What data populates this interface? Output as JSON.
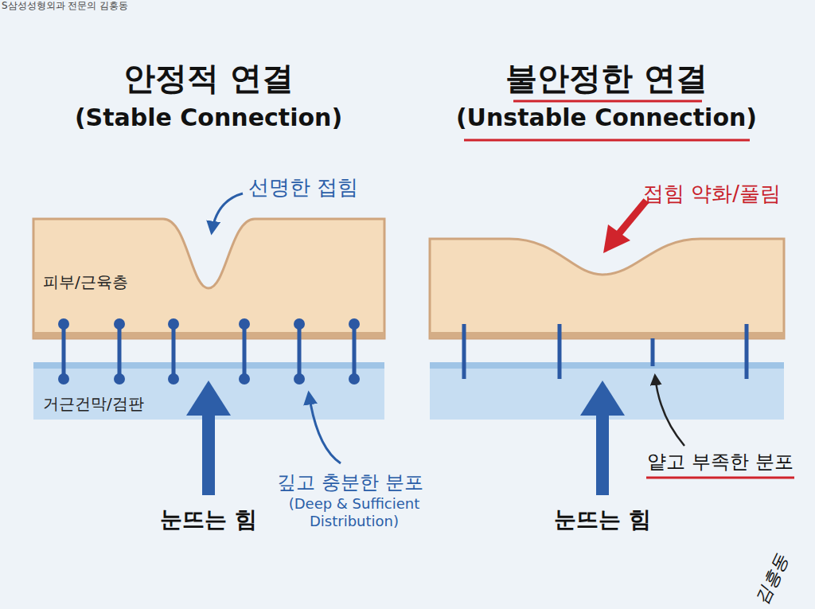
{
  "diagram": {
    "nodes": [
      {
        "text": [
          "피부/근육층"
        ]
      },
      {
        "text": [
          "거근건막/검판"
        ]
      }
    ],
    "labels": [
      "S삼성성형외과 전문의 김흥동",
      "안정적 연결",
      "(Stable Connection)",
      "불안정한 연결",
      "(Unstable Connection)",
      "선명한 접힘",
      "깊고 충분한 분포",
      "(Deep & Sufficient Distribution)",
      "눈뜨는 힘",
      "접힘 약화/풀림",
      "얕고 부족한 분포",
      "눈뜨는 힘",
      "김흥동"
    ]
  }
}
